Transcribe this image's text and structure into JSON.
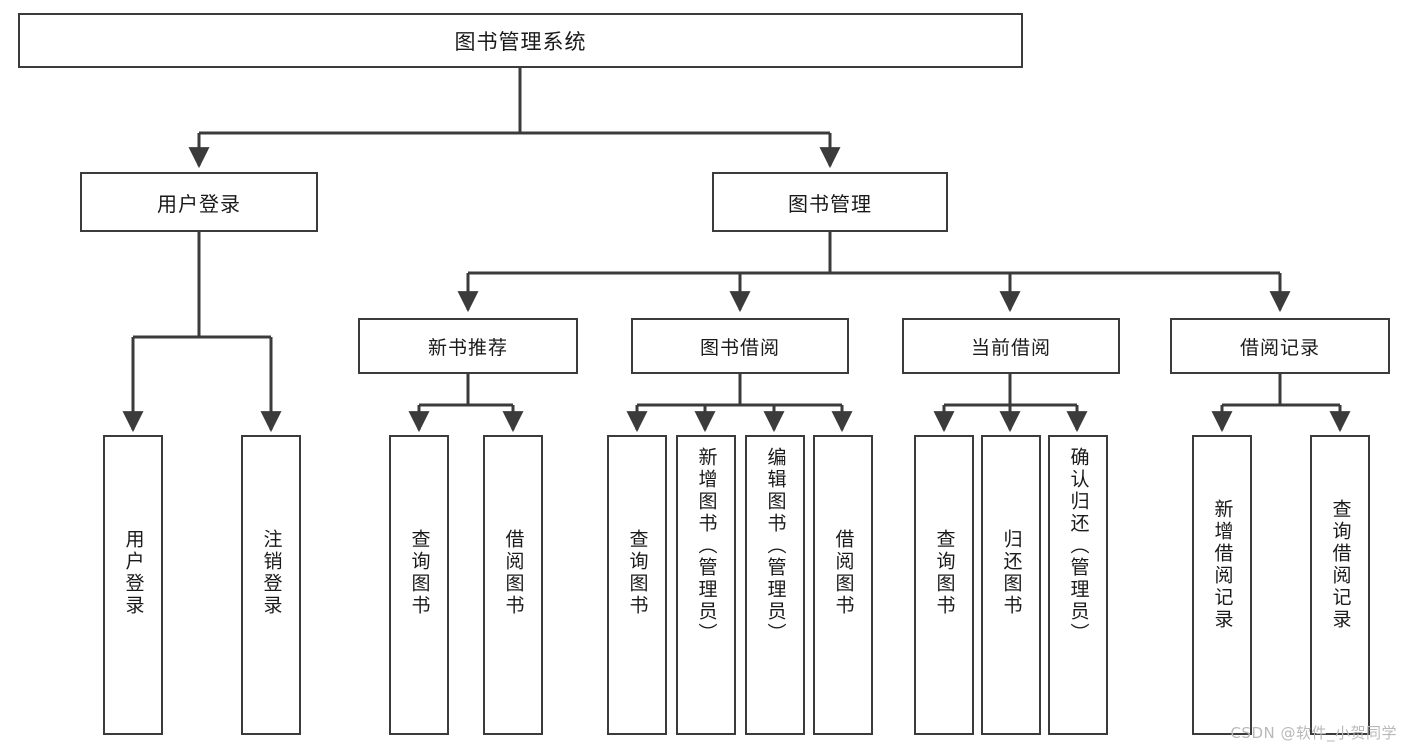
{
  "diagram": {
    "title": "图书管理系统",
    "type": "tree-hierarchy",
    "orientation": "top-down",
    "colors": {
      "background": "#ffffff",
      "node_fill": "#ffffff",
      "node_border": "#3b3b3b",
      "edge": "#3b3b3b",
      "text": "#1a1a1a",
      "watermark": "#b9b9b9"
    }
  },
  "root": {
    "label": "图书管理系统"
  },
  "level1": [
    {
      "label": "用户登录"
    },
    {
      "label": "图书管理"
    }
  ],
  "level2": [
    {
      "label": "新书推荐"
    },
    {
      "label": "图书借阅"
    },
    {
      "label": "当前借阅"
    },
    {
      "label": "借阅记录"
    }
  ],
  "leaves": {
    "user_login": [
      {
        "label": "用户登录"
      },
      {
        "label": "注销登录"
      }
    ],
    "new_book_recommend": [
      {
        "label": "查询图书"
      },
      {
        "label": "借阅图书"
      }
    ],
    "book_borrow": [
      {
        "label": "查询图书"
      },
      {
        "label": "新增图书（管理员）"
      },
      {
        "label": "编辑图书（管理员）"
      },
      {
        "label": "借阅图书"
      }
    ],
    "current_borrow": [
      {
        "label": "查询图书"
      },
      {
        "label": "归还图书"
      },
      {
        "label": "确认归还（管理员）"
      }
    ],
    "borrow_record": [
      {
        "label": "新增借阅记录"
      },
      {
        "label": "查询借阅记录"
      }
    ]
  },
  "watermark": {
    "text": "CSDN @软件_小贺同学"
  }
}
